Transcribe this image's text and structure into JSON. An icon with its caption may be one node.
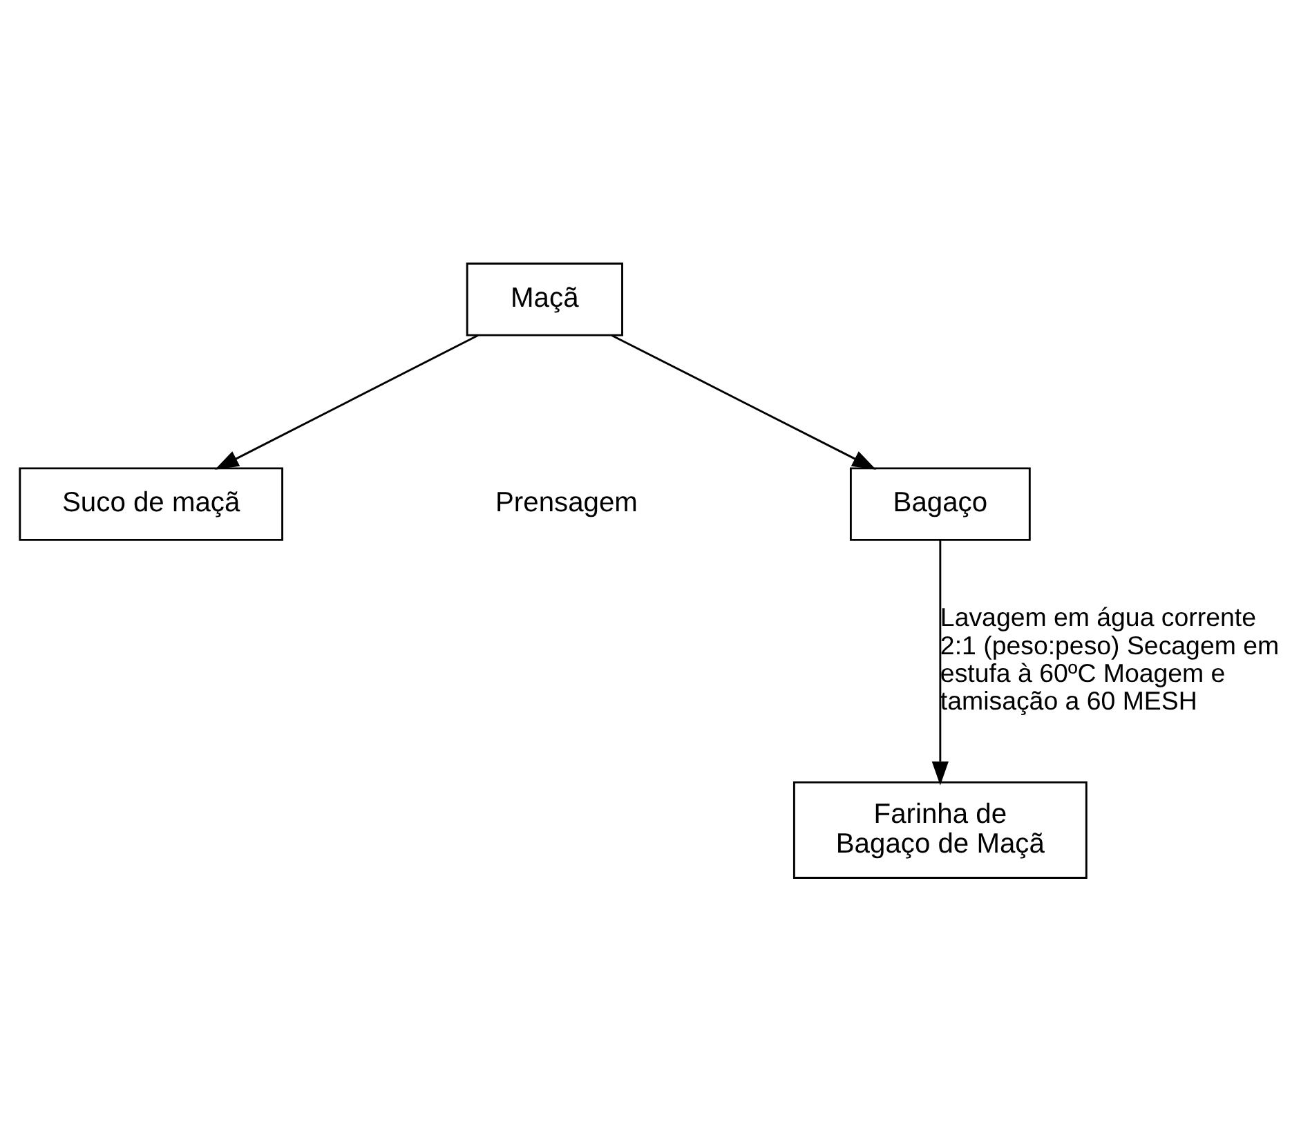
{
  "diagram": {
    "nodes": [
      {
        "text": [
          "Maçã"
        ]
      },
      {
        "text": [
          "Suco de maçã"
        ]
      },
      {
        "text": [
          "Bagaço"
        ]
      },
      {
        "text": [
          "Farinha de Bagaço de Maçã"
        ]
      }
    ],
    "edges": [
      {
        "from": 0,
        "to": 1,
        "arrow": "to"
      },
      {
        "from": 0,
        "to": 2,
        "arrow": "to"
      },
      {
        "from": 2,
        "to": 3,
        "arrow": "to",
        "label": "Lavagem em água corrente 2:1 (peso:peso) Secagem em estufa à 60ºC Moagem e tamisação a 60 MESH"
      }
    ],
    "labels": [
      "Prensagem"
    ]
  }
}
